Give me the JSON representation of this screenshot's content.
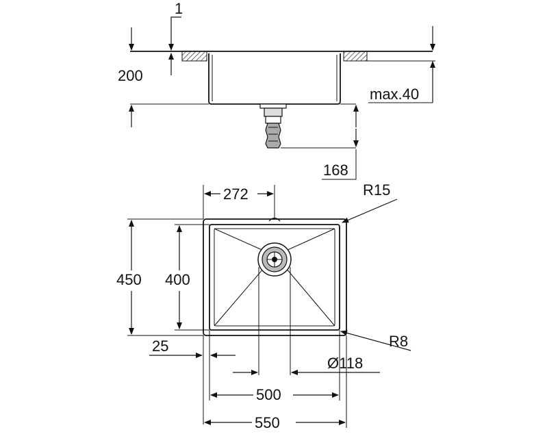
{
  "labels": {
    "lip_thickness": "1",
    "bowl_depth": "200",
    "max_counter_thickness": "max.40",
    "waste_height": "168",
    "drain_offset": "272",
    "corner_radius_outer": "R15",
    "outer_depth": "450",
    "inner_depth": "400",
    "rim_width": "25",
    "corner_radius_inner": "R8",
    "drain_diameter": "Ø118",
    "inner_width": "500",
    "outer_width": "550"
  }
}
